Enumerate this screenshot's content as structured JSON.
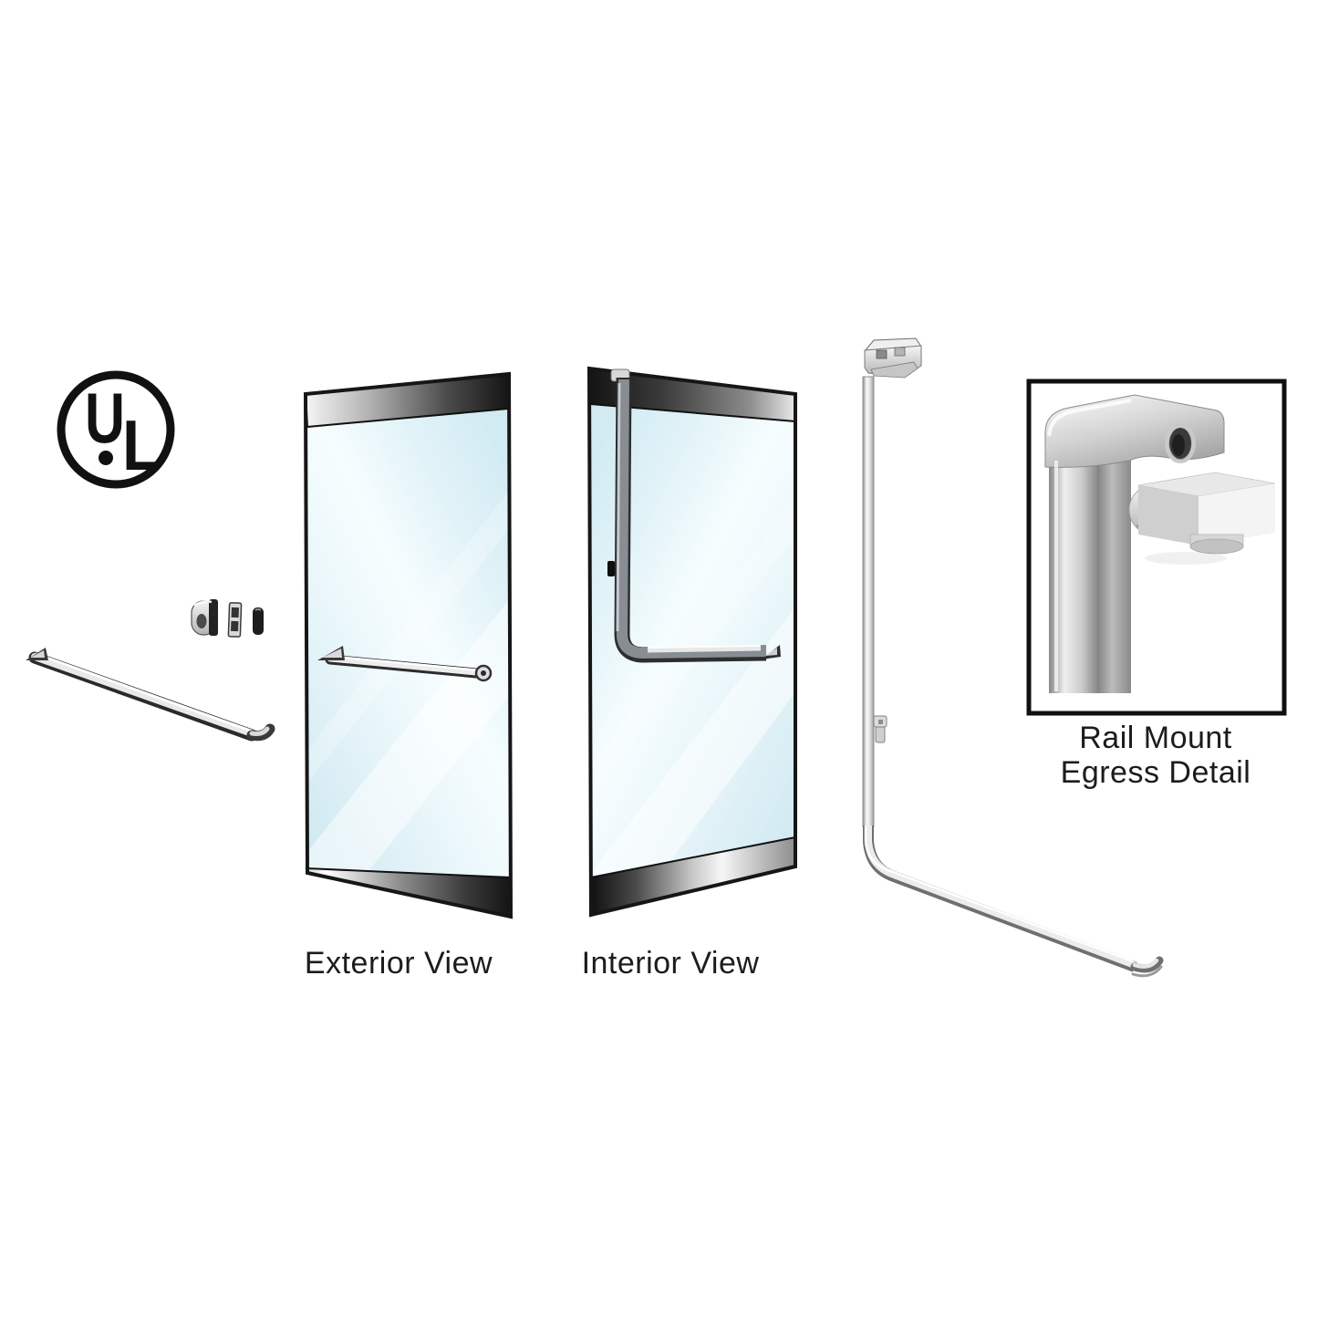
{
  "page": {
    "background": "#ffffff",
    "description": "Product illustration of a rail-mount egress device shown on exterior and interior views of a glass door, with UL mark and close-up detail inset"
  },
  "ul_mark": {
    "letter_u": "U",
    "letter_l": "L"
  },
  "views": {
    "exterior_label": "Exterior View",
    "interior_label": "Interior View"
  },
  "detail_inset": {
    "caption_line1": "Rail Mount",
    "caption_line2": "Egress Detail"
  },
  "components": {
    "hardware_parts": "latch keeper, strike plate, spacer",
    "offset_bar": "offset chrome pull bar",
    "exterior_door": "glass door with top and bottom metal rails and pull handle",
    "interior_door": "glass door with full-height egress rail and push bar",
    "egress_rail": "full-height rail assembly with top latch and angled push bar",
    "detail_photo": "rail mount egress mechanism close-up"
  },
  "colors": {
    "background": "#ffffff",
    "outline": "#1a1a1a",
    "glass_tint_light": "#f2fbfd",
    "glass_tint_dark": "#cfe9f2",
    "chrome_highlight": "#fafafa",
    "chrome_shadow": "#4a4a4a",
    "rail_gray": "#8a9095",
    "label_text": "#1c1c1c"
  }
}
